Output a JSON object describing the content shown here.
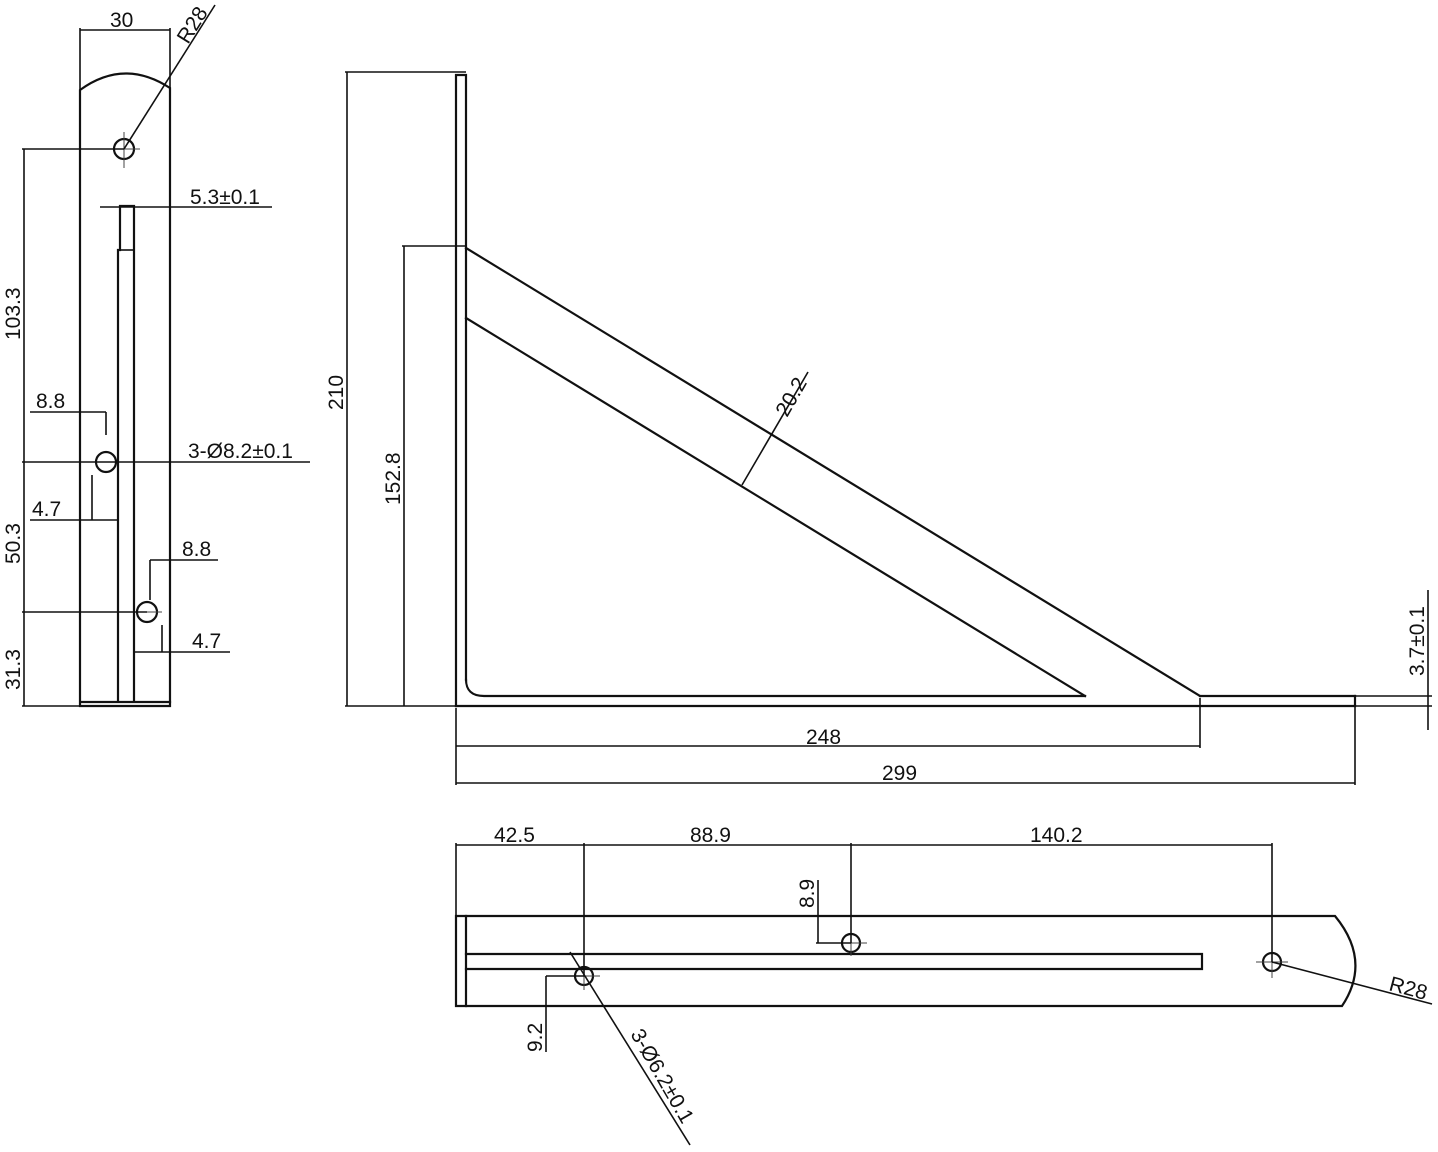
{
  "drawing": {
    "side_view": {
      "width": "30",
      "radius": "R28",
      "slot_width": "5.3±0.1",
      "top_hole_spacing": "103.3",
      "hole_offset_upper": "8.8",
      "hole_spec": "3-Ø8.2±0.1",
      "offset_4_7_upper": "4.7",
      "mid_hole_spacing": "50.3",
      "hole_offset_lower": "8.8",
      "offset_4_7_lower": "4.7",
      "bottom_hole_height": "31.3"
    },
    "front_view": {
      "height_total": "210",
      "brace_height": "152.8",
      "brace_width": "20.2",
      "thickness": "3.7±0.1",
      "brace_length": "248",
      "arm_length": "299"
    },
    "top_view": {
      "dim_first": "42.5",
      "dim_second": "88.9",
      "dim_third": "140.2",
      "hole_offset_mid": "8.9",
      "hole_offset_low": "9.2",
      "hole_spec": "3-Ø6.2±0.1",
      "radius": "R28"
    }
  }
}
